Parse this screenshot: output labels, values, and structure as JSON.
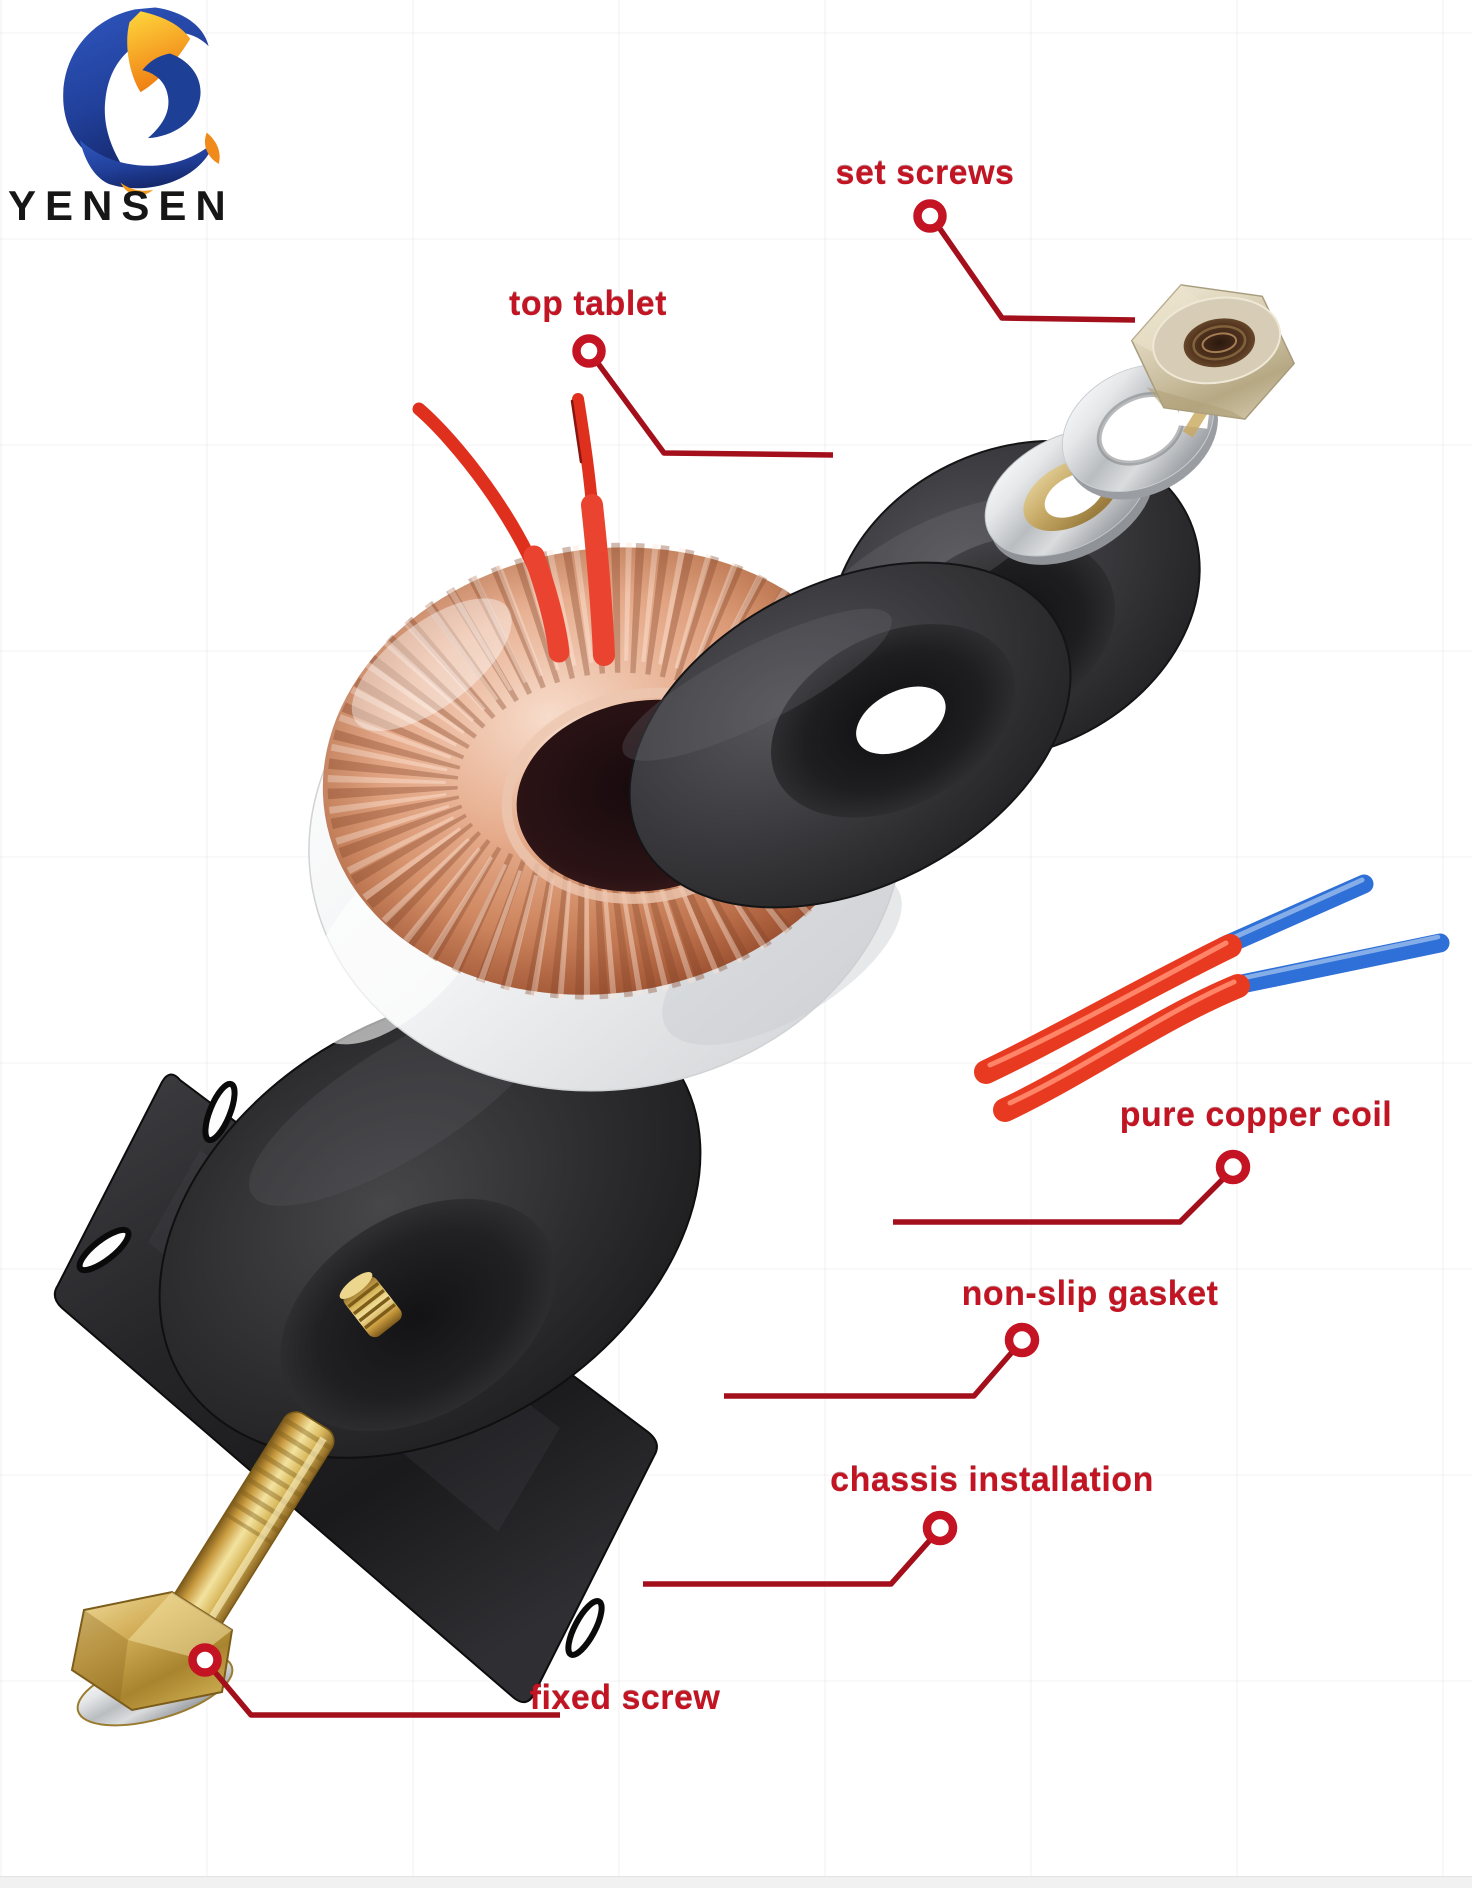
{
  "brand": {
    "name": "YENSEN"
  },
  "callouts": {
    "set_screws": {
      "label": "set screws"
    },
    "top_tablet": {
      "label": "top tablet"
    },
    "pure_copper_coil": {
      "label": "pure copper coil"
    },
    "non_slip_gasket": {
      "label": "non-slip gasket"
    },
    "chassis_installation": {
      "label": "chassis installation"
    },
    "fixed_screw": {
      "label": "fixed screw"
    }
  },
  "colors": {
    "label_text": "#c21422",
    "leader_line": "#a30f1b",
    "wire_red": "#e8361f",
    "wire_blue": "#2e6fd8",
    "copper_coil": "#c97a55",
    "brass_gold": "#cfa94e",
    "hardware_black": "#2a2a2c",
    "logo_blue": "#21409a",
    "logo_orange": "#f6a21a",
    "background": "#ffffff"
  }
}
